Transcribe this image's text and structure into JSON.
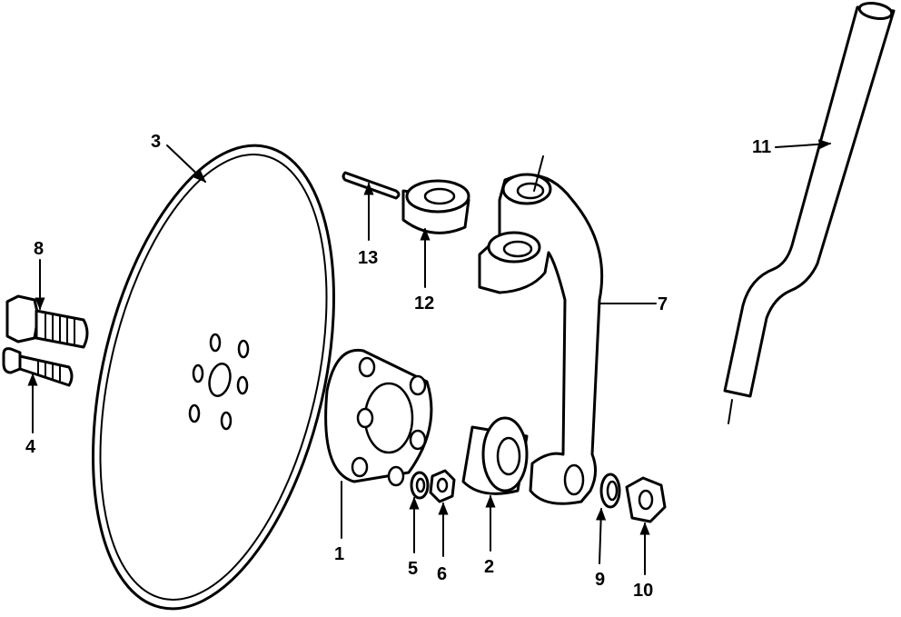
{
  "diagram": {
    "callouts": [
      {
        "id": "c3",
        "label": "3"
      },
      {
        "id": "c8",
        "label": "8"
      },
      {
        "id": "c4",
        "label": "4"
      },
      {
        "id": "c13",
        "label": "13"
      },
      {
        "id": "c12",
        "label": "12"
      },
      {
        "id": "c7",
        "label": "7"
      },
      {
        "id": "c11",
        "label": "11"
      },
      {
        "id": "c1",
        "label": "1"
      },
      {
        "id": "c5",
        "label": "5"
      },
      {
        "id": "c6",
        "label": "6"
      },
      {
        "id": "c2",
        "label": "2"
      },
      {
        "id": "c9",
        "label": "9"
      },
      {
        "id": "c10",
        "label": "10"
      }
    ]
  }
}
